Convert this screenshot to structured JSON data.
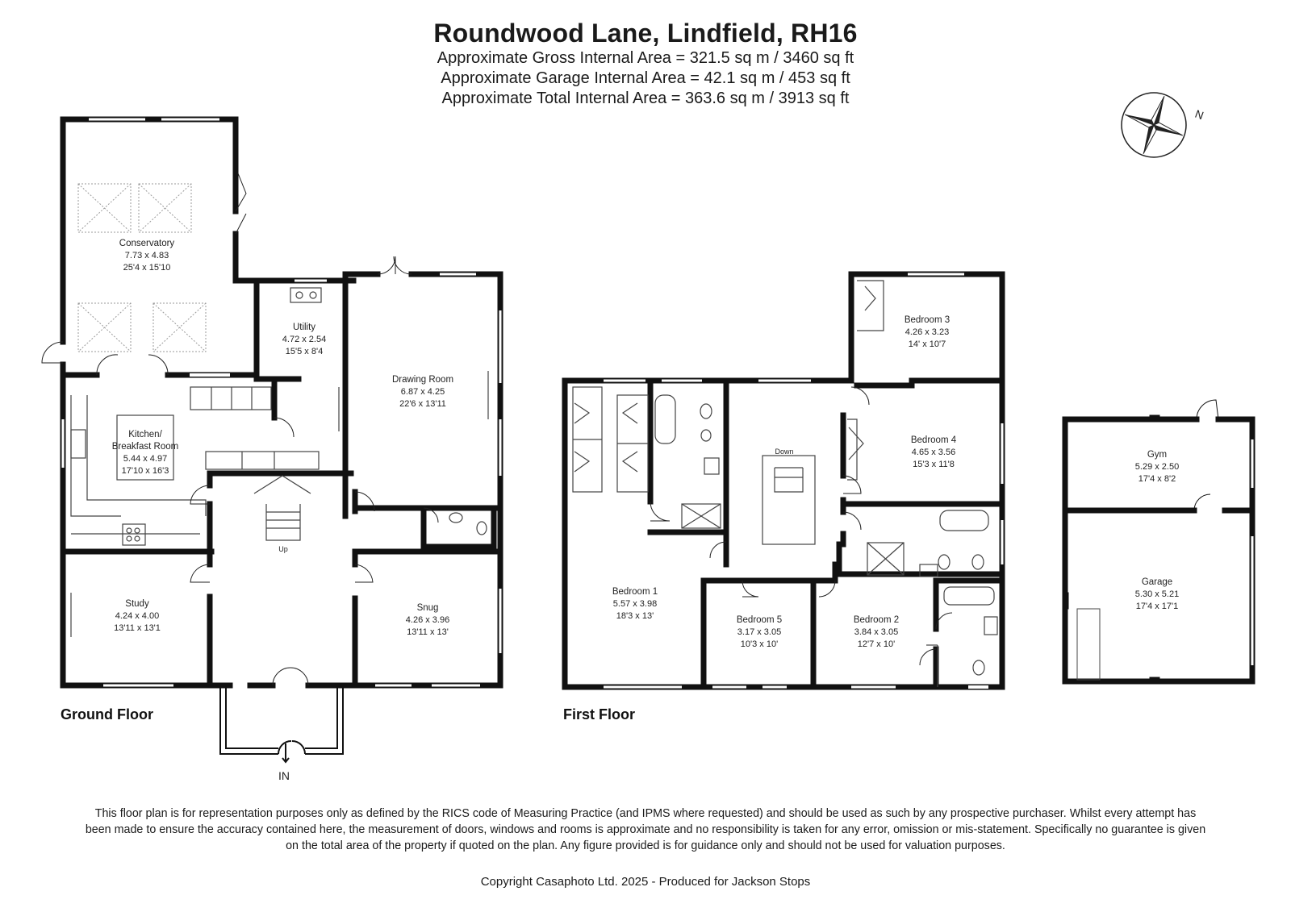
{
  "header": {
    "title": "Roundwood Lane, Lindfield, RH16",
    "gross_area": "Approximate Gross Internal Area = 321.5 sq m / 3460 sq ft",
    "garage_area": "Approximate Garage Internal Area = 42.1 sq m / 453 sq ft",
    "total_area": "Approximate Total Internal Area = 363.6 sq m / 3913 sq ft"
  },
  "compass": {
    "north_label": "N"
  },
  "floors": {
    "ground": "Ground Floor",
    "first": "First Floor"
  },
  "rooms": {
    "conservatory": {
      "name": "Conservatory",
      "metric": "7.73 x 4.83",
      "imperial": "25'4 x 15'10"
    },
    "utility": {
      "name": "Utility",
      "metric": "4.72 x 2.54",
      "imperial": "15'5 x 8'4"
    },
    "drawing_room": {
      "name": "Drawing Room",
      "metric": "6.87 x 4.25",
      "imperial": "22'6 x 13'11"
    },
    "kitchen": {
      "name_line1": "Kitchen/",
      "name_line2": "Breakfast Room",
      "metric": "5.44 x 4.97",
      "imperial": "17'10 x 16'3"
    },
    "study": {
      "name": "Study",
      "metric": "4.24 x 4.00",
      "imperial": "13'11 x 13'1"
    },
    "snug": {
      "name": "Snug",
      "metric": "4.26 x 3.96",
      "imperial": "13'11 x 13'"
    },
    "bedroom1": {
      "name": "Bedroom 1",
      "metric": "5.57 x 3.98",
      "imperial": "18'3 x 13'"
    },
    "bedroom2": {
      "name": "Bedroom 2",
      "metric": "3.84 x 3.05",
      "imperial": "12'7 x 10'"
    },
    "bedroom3": {
      "name": "Bedroom 3",
      "metric": "4.26 x 3.23",
      "imperial": "14' x 10'7"
    },
    "bedroom4": {
      "name": "Bedroom 4",
      "metric": "4.65 x 3.56",
      "imperial": "15'3 x 11'8"
    },
    "bedroom5": {
      "name": "Bedroom 5",
      "metric": "3.17 x 3.05",
      "imperial": "10'3 x 10'"
    },
    "gym": {
      "name": "Gym",
      "metric": "5.29 x 2.50",
      "imperial": "17'4 x 8'2"
    },
    "garage": {
      "name": "Garage",
      "metric": "5.30 x 5.21",
      "imperial": "17'4 x 17'1"
    }
  },
  "labels": {
    "up": "Up",
    "down": "Down",
    "entrance": "IN"
  },
  "footer": {
    "disclaimer": "This floor plan is for representation purposes only as defined by the RICS code of Measuring Practice (and IPMS where requested) and should be used as such by any prospective purchaser. Whilst every attempt has been made to ensure the accuracy contained here, the measurement of doors, windows and rooms is approximate and no responsibility is taken for any error, omission or mis-statement. Specifically no guarantee is given on the total area of the property if quoted on the plan. Any figure provided is for guidance only and should not be used for valuation purposes.",
    "copyright": "Copyright Casaphoto Ltd. 2025 - Produced for Jackson Stops"
  },
  "colors": {
    "wall": "#111111",
    "window": "#ffffff",
    "fixture": "#555555"
  }
}
